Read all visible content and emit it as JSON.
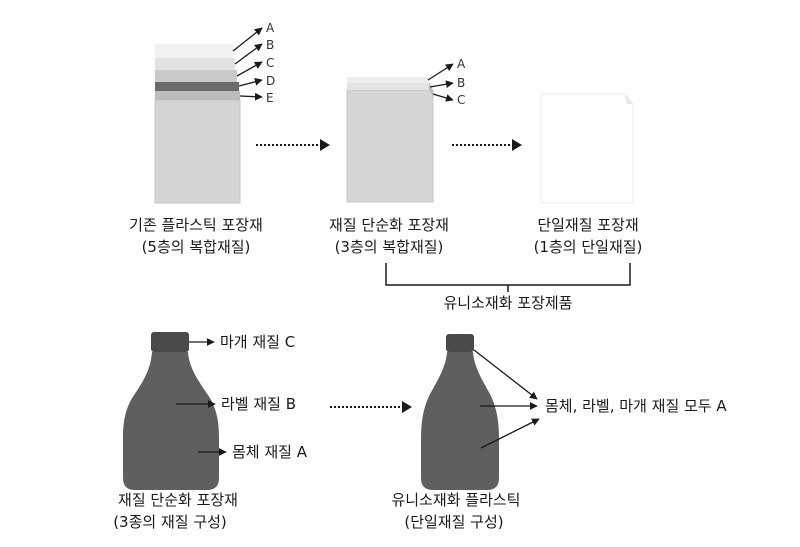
{
  "top": {
    "stage1": {
      "line1": "기존 플라스틱 포장재",
      "line2": "(5층의 복합재질)",
      "layers": [
        "A",
        "B",
        "C",
        "D",
        "E"
      ]
    },
    "stage2": {
      "line1": "재질 단순화 포장재",
      "line2": "(3층의 복합재질)",
      "layers": [
        "A",
        "B",
        "C"
      ]
    },
    "stage3": {
      "line1": "단일재질 포장재",
      "line2": "(1층의 단일재질)"
    },
    "bracket_label": "유니소재화 포장제품"
  },
  "bottom": {
    "bottle1": {
      "callouts": [
        "마개 재질 C",
        "라벨 재질 B",
        "몸체 재질 A"
      ],
      "line1": "재질 단순화 포장재",
      "line2": "(3종의 재질 구성)"
    },
    "bottle2": {
      "callout": "몸체, 라벨, 마개 재질 모두 A",
      "line1": "유니소재화 플라스틱",
      "line2": "(단일재질 구성)"
    }
  },
  "colors": {
    "bottle": "#5f5f5f",
    "cap": "#4a4a4a",
    "paper": "#d6d6d6",
    "dark_layer": "#6a6a6a"
  }
}
